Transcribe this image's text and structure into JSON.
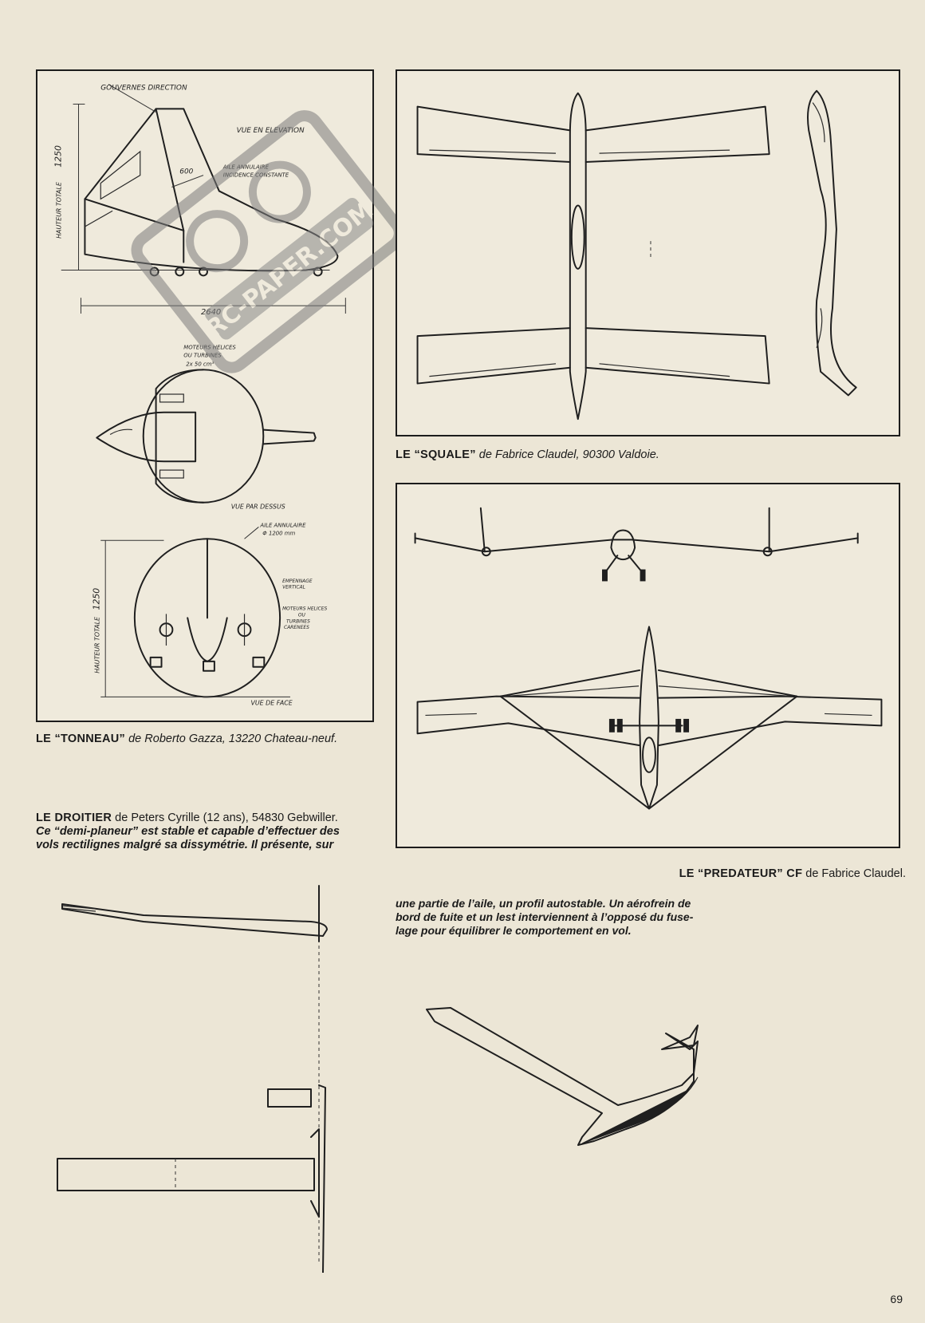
{
  "watermark": {
    "text": "RC-PAPER.COM"
  },
  "tonneau_drawing": {
    "label_gouvernes": "GOUVERNES DIRECTION",
    "label_vue_elevation": "VUE EN ELEVATION",
    "label_aile_annulaire": "AILE ANNULAIRE",
    "label_incidence": "INCIDENCE CONSTANTE",
    "label_hauteur_totale": "HAUTEUR TOTALE",
    "dim_1250_top": "1250",
    "dim_600": "600",
    "dim_2640": "2640",
    "label_moteurs_top": "MOTEURS HELICES",
    "label_ou_turbines": "OU TURBINES",
    "label_cm3": "2x 50 cm³",
    "label_vue_dessus": "VUE PAR DESSUS",
    "label_aile_annulaire_2": "AILE ANNULAIRE",
    "label_diam": "Φ 1200 mm",
    "label_empennage": "EMPENNAGE",
    "label_vertical": "VERTICAL",
    "label_moteurs_2": "MOTEURS HELICES",
    "label_ou_2": "OU",
    "label_turbines_2": "TURBINES",
    "label_carenees": "CARENEES",
    "label_hauteur_totale_2": "HAUTEUR TOTALE",
    "dim_1250_bottom": "1250",
    "label_vue_face": "VUE DE FACE"
  },
  "captions": {
    "tonneau": {
      "name": "LE “TONNEAU”",
      "rest": " de Roberto Gazza, 13220 Chateau-neuf."
    },
    "squale": {
      "name": "LE “SQUALE”",
      "rest": " de Fabrice Claudel, 90300 Valdoie."
    },
    "predateur": {
      "name": "LE “PREDATEUR” CF",
      "rest": " de Fabrice Claudel."
    },
    "droitier": {
      "name": "LE DROITIER",
      "rest": " de Peters Cyrille (12 ans), 54830 Gebwiller.",
      "line2": "Ce “demi-planeur” est stable et capable d’effectuer des",
      "line3": "vols rectilignes malgré sa dissymétrie. Il présente, sur"
    }
  },
  "droitier_continuation": {
    "line1": "une partie de l’aile, un profil autostable. Un aérofrein de",
    "line2": "bord de fuite et un lest interviennent à l’opposé du fuse-",
    "line3": "lage pour équilibrer le comportement en vol."
  },
  "page_number": "69"
}
